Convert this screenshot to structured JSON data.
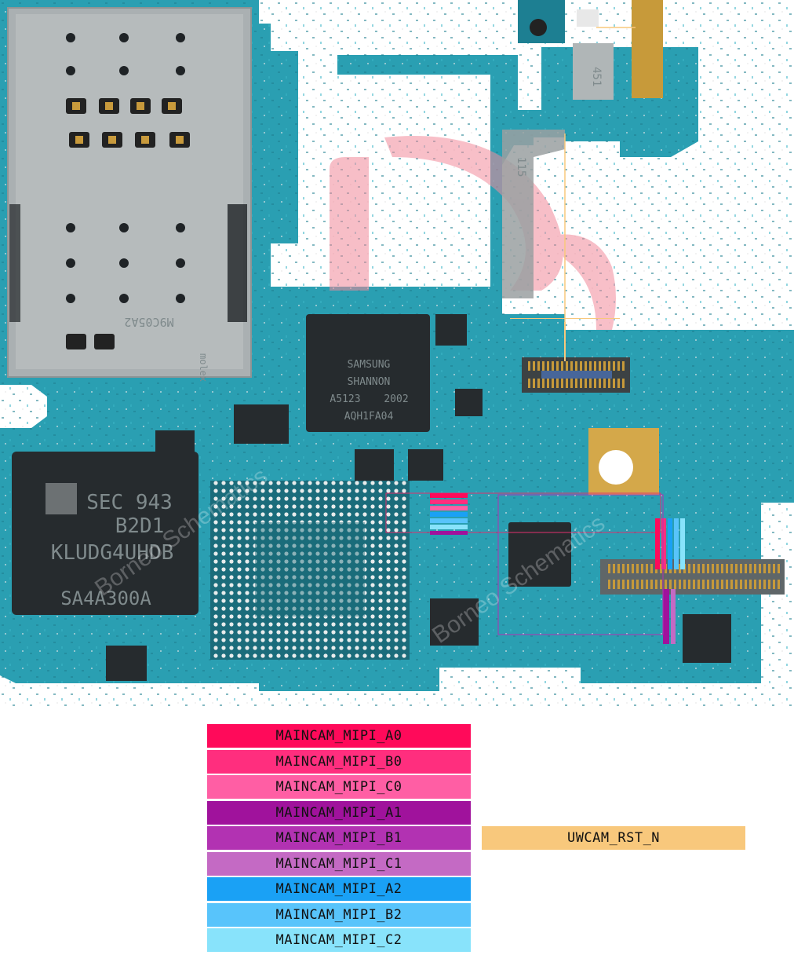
{
  "board": {
    "sim_tray_marking": "M9C05A2",
    "sim_tray_brand": "molex",
    "modem_chip": {
      "line1": "SAMSUNG",
      "line2": "SHANNON",
      "line3": "A5123",
      "line4": "2002",
      "line5": "AQH1FA04"
    },
    "storage_chip": {
      "line1": "SEC 943",
      "line2": "B2D1",
      "line3": "KLUDG4UHDB",
      "line4": "SA4A300A"
    },
    "flex_label_1": "115",
    "module_label": "451",
    "watermark": "Borneo Schematics"
  },
  "legend": {
    "left": [
      {
        "label": "MAINCAM_MIPI_A0",
        "color": "#ff0a5a"
      },
      {
        "label": "MAINCAM_MIPI_B0",
        "color": "#ff2e7e"
      },
      {
        "label": "MAINCAM_MIPI_C0",
        "color": "#ff5ea4"
      },
      {
        "label": "MAINCAM_MIPI_A1",
        "color": "#a0129c"
      },
      {
        "label": "MAINCAM_MIPI_B1",
        "color": "#b232b2"
      },
      {
        "label": "MAINCAM_MIPI_C1",
        "color": "#c46ac4"
      },
      {
        "label": "MAINCAM_MIPI_A2",
        "color": "#1aa1f5"
      },
      {
        "label": "MAINCAM_MIPI_B2",
        "color": "#58c4fb"
      },
      {
        "label": "MAINCAM_MIPI_C2",
        "color": "#88e3fb"
      }
    ],
    "right": {
      "label": "UWCAM_RST_N",
      "color": "#f8c87c"
    }
  },
  "colors": {
    "pcb": "#2a9fb2",
    "pcb_dark": "#1d7f92",
    "metal": "#b7bcbd",
    "chip": "#262b2e",
    "gold": "#d4a84a"
  }
}
